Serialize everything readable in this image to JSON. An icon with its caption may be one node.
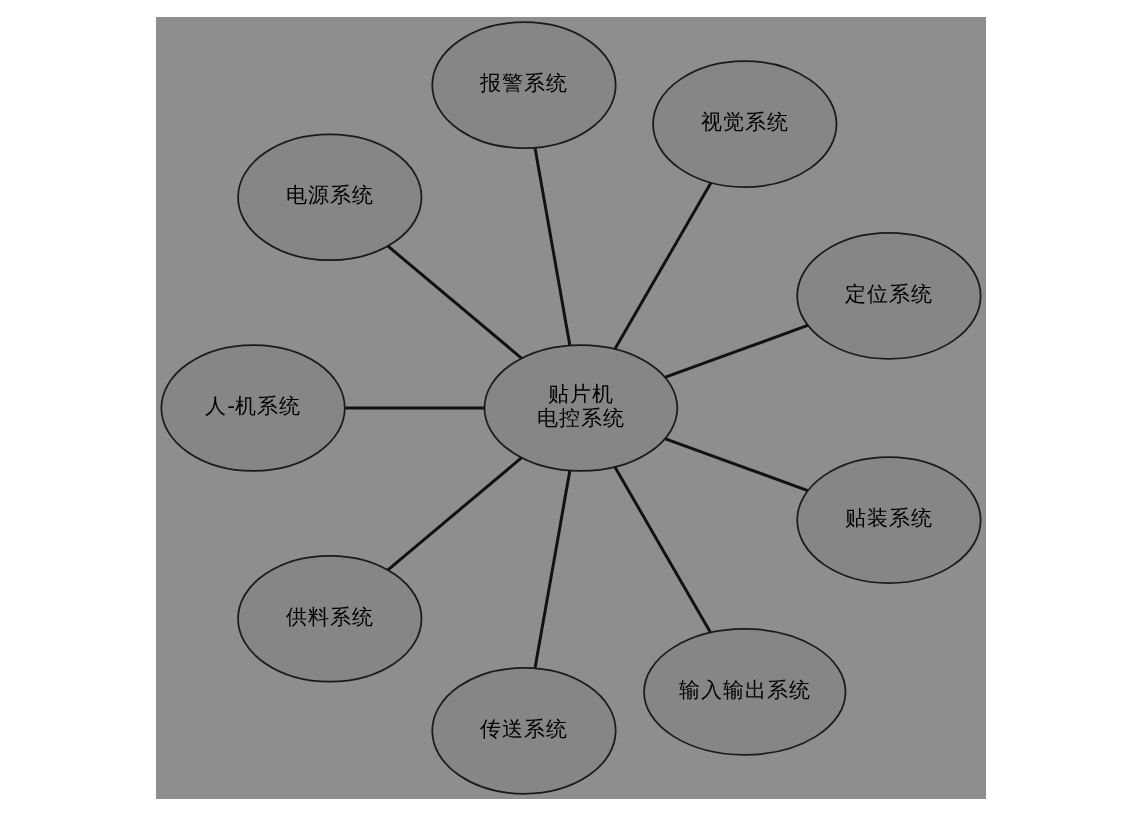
{
  "diagram": {
    "nodes": [
      {
        "text": [
          "报警系统"
        ]
      },
      {
        "text": [
          "电源系统"
        ]
      },
      {
        "text": [
          "视觉系统"
        ]
      },
      {
        "text": [
          "人-机系统"
        ]
      },
      {
        "text": [
          "定位系统"
        ]
      },
      {
        "text": [
          "贴片机电控系统"
        ]
      },
      {
        "text": [
          "供料系统"
        ]
      },
      {
        "text": [
          "贴装系统"
        ]
      },
      {
        "text": [
          "传送系统"
        ]
      },
      {
        "text": [
          "输入输出系统"
        ]
      }
    ],
    "edges": [
      {
        "from": 5,
        "to": 4,
        "arrow": "none"
      },
      {
        "from": 5,
        "to": 2,
        "arrow": "none"
      },
      {
        "from": 5,
        "to": 0,
        "arrow": "none"
      },
      {
        "from": 5,
        "to": 1,
        "arrow": "none"
      },
      {
        "from": 5,
        "to": 3,
        "arrow": "none"
      },
      {
        "from": 5,
        "to": 6,
        "arrow": "none"
      },
      {
        "from": 5,
        "to": 8,
        "arrow": "none"
      },
      {
        "from": 5,
        "to": 9,
        "arrow": "none"
      },
      {
        "from": 5,
        "to": 7,
        "arrow": "none"
      }
    ]
  }
}
